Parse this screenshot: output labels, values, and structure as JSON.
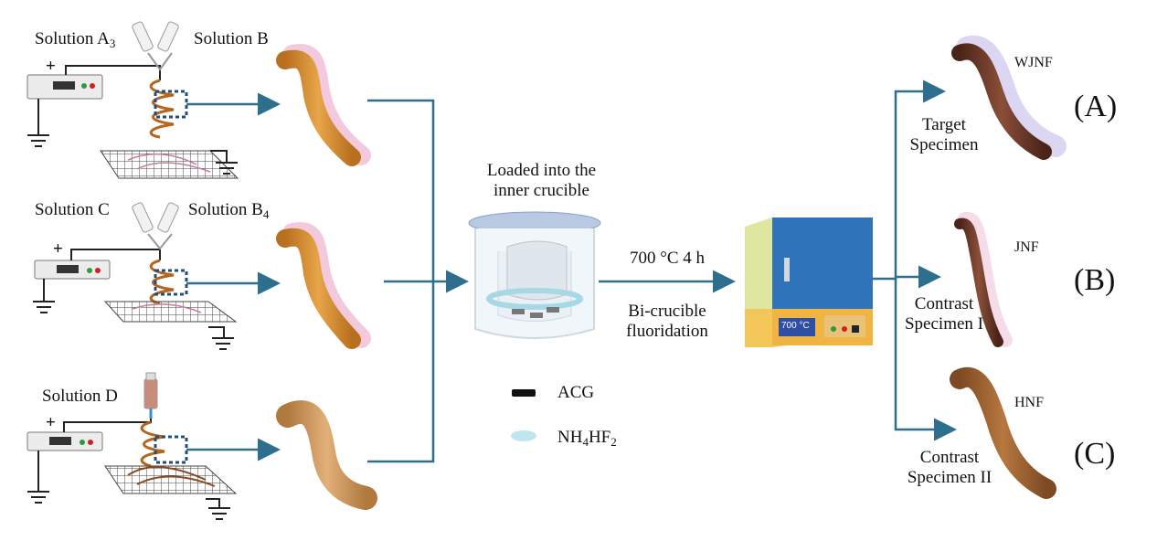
{
  "rows": [
    {
      "left": "Solution A",
      "left_sub": "3",
      "right": "Solution B",
      "right_sub": ""
    },
    {
      "left": "Solution C",
      "left_sub": "",
      "right": "Solution B",
      "right_sub": "4"
    },
    {
      "left": "Solution D",
      "left_sub": "",
      "right": "",
      "right_sub": ""
    }
  ],
  "plus_sign": "+",
  "crucible_caption": [
    "Loaded into the",
    "inner crucible"
  ],
  "process": {
    "condition": "700 °C 4 h",
    "method": [
      "Bi-crucible",
      "fluoridation"
    ]
  },
  "furnace_display": "700 °C",
  "legend": [
    {
      "label": "ACG",
      "color": "#111111"
    },
    {
      "label": "NH",
      "sub1": "4",
      "mid": "HF",
      "sub2": "2",
      "color": "#bfe6ef"
    }
  ],
  "outputs": [
    {
      "caption": [
        "Target",
        "Specimen"
      ],
      "name": "WJNF",
      "tag": "(A)"
    },
    {
      "caption": [
        "Contrast",
        "Specimen I"
      ],
      "name": "JNF",
      "tag": "(B)"
    },
    {
      "caption": [
        "Contrast",
        "Specimen II"
      ],
      "name": "HNF",
      "tag": "(C)"
    }
  ],
  "colors": {
    "arrow": "#2e6f8e",
    "fiber_orange": "#d48a2c",
    "fiber_pink": "#f3c9dd",
    "fiber_tan": "#d39a5a",
    "fiber_brown": "#6b3a2a",
    "furnace_blue": "#2f73b8"
  }
}
